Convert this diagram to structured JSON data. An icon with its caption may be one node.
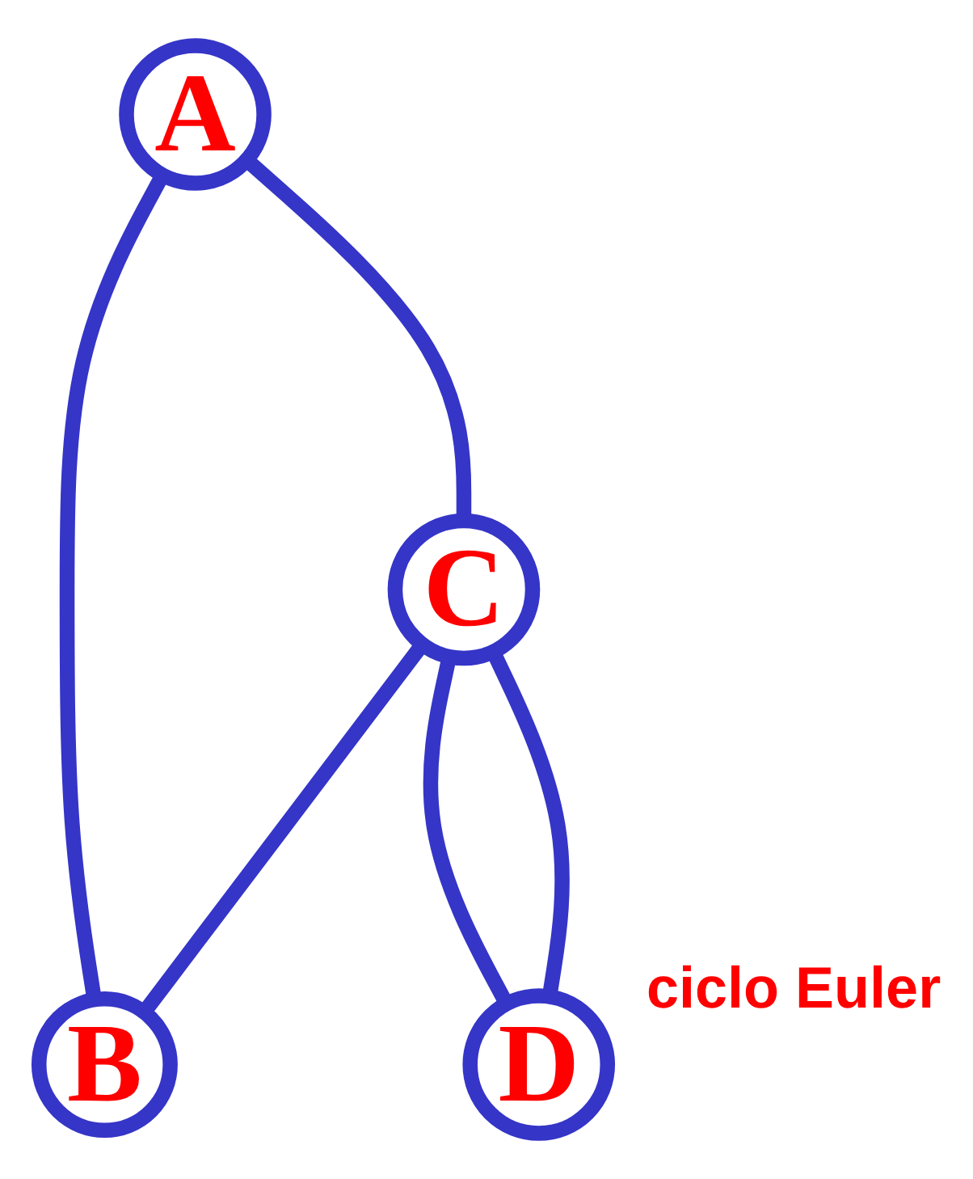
{
  "diagram": {
    "nodes": [
      {
        "text": [
          "A"
        ]
      },
      {
        "text": [
          "B"
        ]
      },
      {
        "text": [
          "C"
        ]
      },
      {
        "text": [
          "D"
        ]
      }
    ],
    "edges": [
      {
        "from": 0,
        "to": 1,
        "arrow": "none"
      },
      {
        "from": 0,
        "to": 2,
        "arrow": "none"
      },
      {
        "from": 2,
        "to": 1,
        "arrow": "none"
      },
      {
        "from": 2,
        "to": 3,
        "arrow": "none"
      },
      {
        "from": 2,
        "to": 3,
        "arrow": "none"
      }
    ],
    "labels": [
      "ciclo Euler"
    ]
  }
}
